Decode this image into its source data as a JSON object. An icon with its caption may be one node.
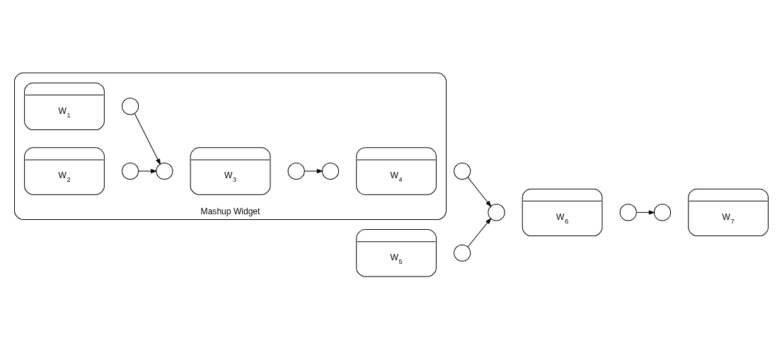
{
  "diagram": {
    "nodes": [
      {
        "text": [
          "Mashup Widget"
        ]
      },
      {
        "text": [
          "W$_{1}$"
        ],
        "in": 0
      },
      {
        "text": [],
        "shape": "circle",
        "in": 0
      },
      {
        "text": [
          "W$_{2}$"
        ],
        "in": 0
      },
      {
        "text": [],
        "shape": "circle",
        "in": 0
      },
      {
        "text": [
          "W$_{3}$"
        ],
        "in": 0
      },
      {
        "text": [],
        "shape": "circle",
        "in": 0
      },
      {
        "text": [],
        "shape": "circle",
        "in": 0
      },
      {
        "text": [
          "W$_{4}$"
        ],
        "in": 0
      },
      {
        "text": [],
        "shape": "circle",
        "in": 0
      },
      {
        "text": [],
        "shape": "circle"
      },
      {
        "text": [
          "W$_{6}$"
        ]
      },
      {
        "text": [],
        "shape": "circle"
      },
      {
        "text": [],
        "shape": "circle"
      },
      {
        "text": [
          "W$_{7}$"
        ]
      },
      {
        "text": [],
        "shape": "circle"
      },
      {
        "text": [
          "W$_{5}$"
        ]
      },
      {
        "text": [],
        "shape": "circle"
      }
    ],
    "edges": [
      {
        "from": 2,
        "to": 6,
        "arrow": "to"
      },
      {
        "from": 4,
        "to": 6,
        "arrow": "to"
      },
      {
        "from": 7,
        "to": 9,
        "arrow": "to"
      },
      {
        "from": 10,
        "to": 12,
        "arrow": "to"
      },
      {
        "from": 17,
        "to": 12,
        "arrow": "to"
      },
      {
        "from": 13,
        "to": 15,
        "arrow": "to"
      }
    ]
  }
}
